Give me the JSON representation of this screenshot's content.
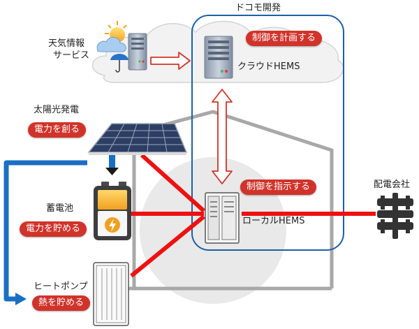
{
  "header": {
    "docomo_dev": "ドコモ開発"
  },
  "labels": {
    "weather": [
      "天気情報",
      "サービス"
    ],
    "cloud_hems": "クラウドHEMS",
    "local_hems": "ローカルHEMS",
    "solar": "太陽光発電",
    "battery": "蓄電池",
    "heatpump": "ヒートポンプ",
    "grid": "配電会社"
  },
  "pills": {
    "plan": "制御を計画する",
    "instruct": "制御を指示する",
    "create_power": "電力を創る",
    "store_power": "電力を貯める",
    "store_heat": "熱を貯める"
  },
  "colors": {
    "power_line": "#ee1111",
    "accent_red": "#d0332a",
    "blue_frame": "#1e5ea8",
    "blue_flow": "#1a6fc4",
    "house_gray": "#a8a8a8"
  },
  "icons": [
    "cloud-icon",
    "weather-icon",
    "server-icon",
    "solar-panel-icon",
    "battery-icon",
    "heat-pump-icon",
    "power-grid-icon"
  ]
}
